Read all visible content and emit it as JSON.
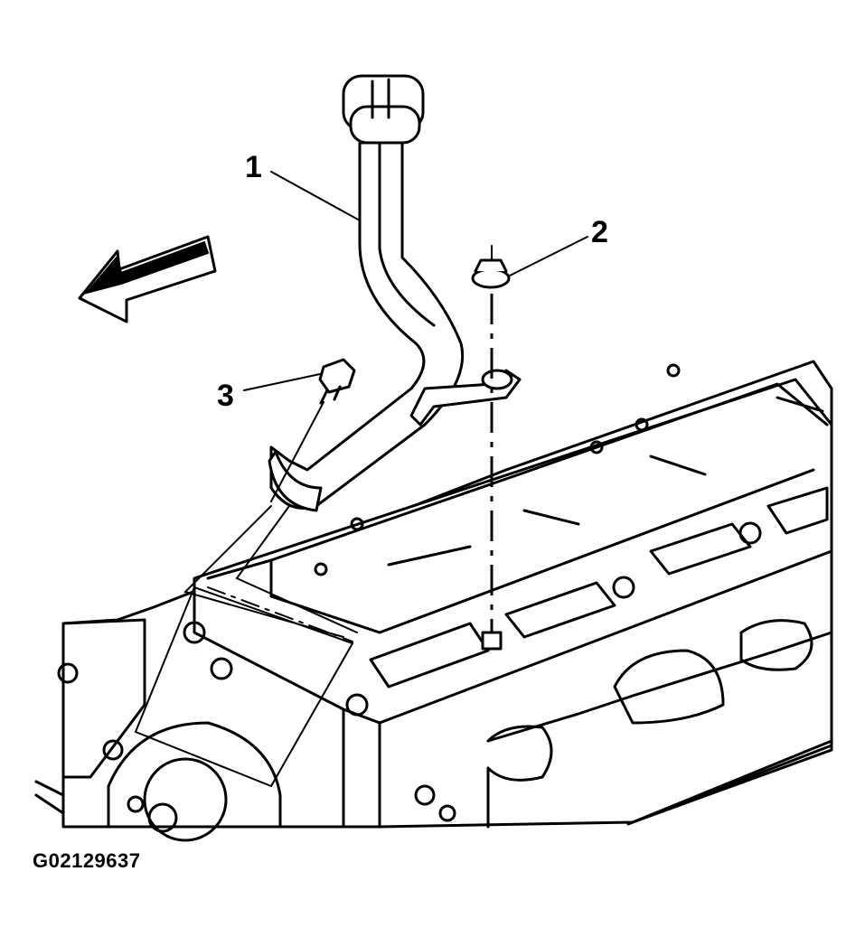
{
  "callouts": {
    "item_1": "1",
    "item_2": "2",
    "item_3": "3"
  },
  "figure_id": "G02129637",
  "components": [
    {
      "callout": "1",
      "icon": "oil-level-indicator-tube-icon"
    },
    {
      "callout": "2",
      "icon": "nut-icon"
    },
    {
      "callout": "3",
      "icon": "bolt-icon"
    }
  ],
  "direction_arrow": {
    "icon": "front-direction-arrow-icon"
  }
}
